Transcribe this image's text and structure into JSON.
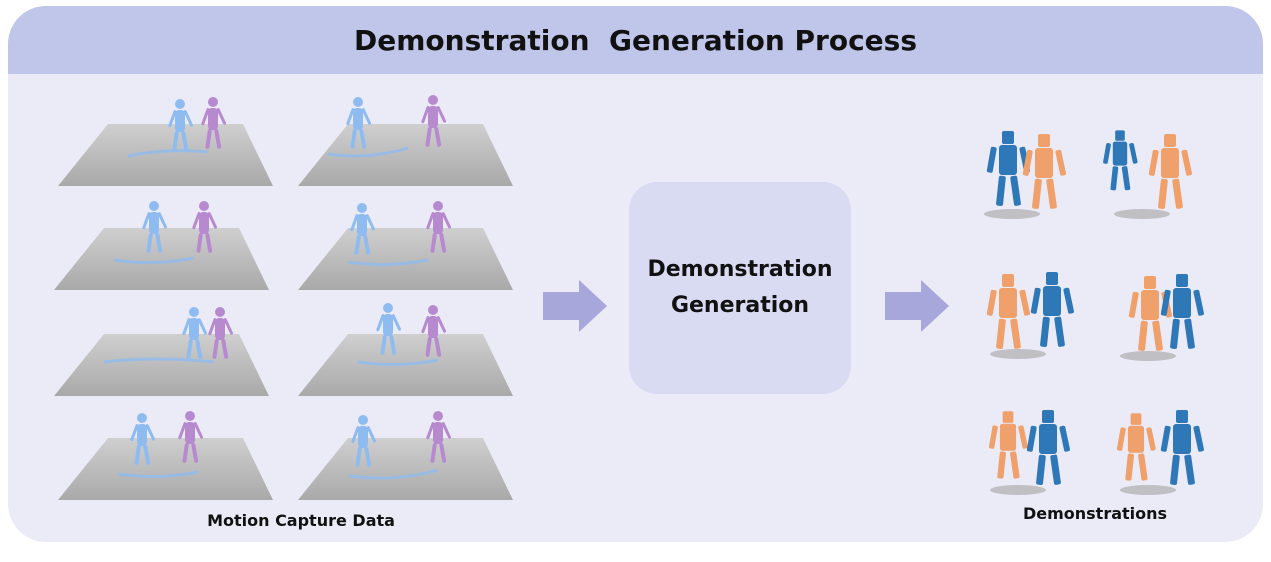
{
  "header": {
    "title": "Demonstration  Generation Process"
  },
  "left_section": {
    "caption": "Motion Capture Data"
  },
  "center_box": {
    "line1": "Demonstration",
    "line2": "Generation"
  },
  "right_section": {
    "caption": "Demonstrations"
  },
  "colors": {
    "header_bg": "#c0c5ea",
    "panel_bg": "#ebebf7",
    "box_bg": "#d9dbf3",
    "arrow": "#a7a7dc",
    "mocap_blue": "#8fbcf0",
    "mocap_purple": "#b78ad0",
    "robot_blue": "#2f78b8",
    "robot_orange": "#f0a06a",
    "floor": "#bdbdbd"
  }
}
